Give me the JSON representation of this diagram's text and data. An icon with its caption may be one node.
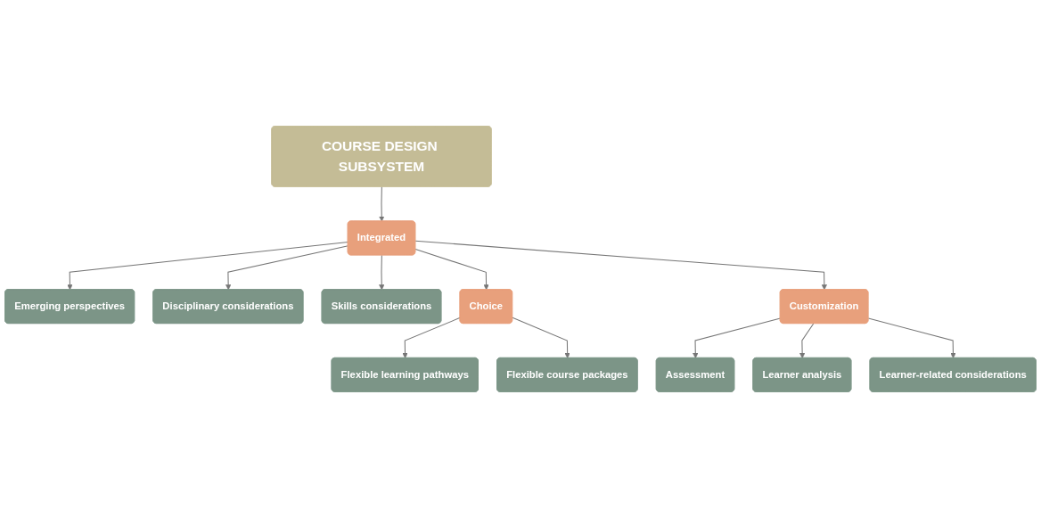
{
  "diagram": {
    "nodes": [
      {
        "text": [
          "COURSE DESIGN SUBSYSTEM"
        ]
      },
      {
        "text": [
          "Integrated"
        ]
      },
      {
        "text": [
          "Emerging perspectives"
        ]
      },
      {
        "text": [
          "Disciplinary considerations"
        ]
      },
      {
        "text": [
          "Skills considerations"
        ]
      },
      {
        "text": [
          "Choice"
        ]
      },
      {
        "text": [
          "Customization"
        ]
      },
      {
        "text": [
          "Flexible learning pathways"
        ]
      },
      {
        "text": [
          "Flexible course packages"
        ]
      },
      {
        "text": [
          "Assessment"
        ]
      },
      {
        "text": [
          "Learner analysis"
        ]
      },
      {
        "text": [
          "Learner-related considerations"
        ]
      }
    ],
    "edges": [
      {
        "from": 0,
        "to": 1,
        "arrow": "to"
      },
      {
        "from": 1,
        "to": 2,
        "arrow": "to"
      },
      {
        "from": 1,
        "to": 3,
        "arrow": "to"
      },
      {
        "from": 1,
        "to": 4,
        "arrow": "to"
      },
      {
        "from": 1,
        "to": 5,
        "arrow": "to"
      },
      {
        "from": 1,
        "to": 6,
        "arrow": "to"
      },
      {
        "from": 5,
        "to": 7,
        "arrow": "to"
      },
      {
        "from": 5,
        "to": 8,
        "arrow": "to"
      },
      {
        "from": 6,
        "to": 9,
        "arrow": "to"
      },
      {
        "from": 6,
        "to": 10,
        "arrow": "to"
      },
      {
        "from": 6,
        "to": 11,
        "arrow": "to"
      }
    ]
  }
}
